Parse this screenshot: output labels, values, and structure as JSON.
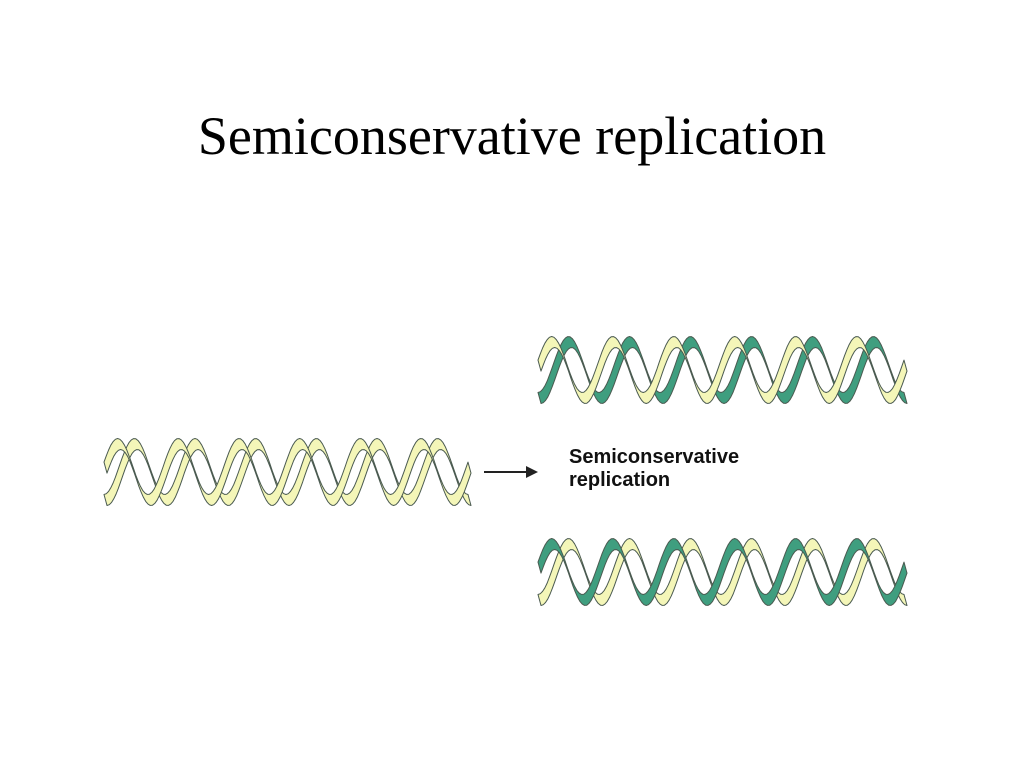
{
  "slide": {
    "title": "Semiconservative replication"
  },
  "diagram": {
    "label_line1": "Semiconservative",
    "label_line2": "replication",
    "colors": {
      "old_strand": "#f4f6b8",
      "new_strand": "#3f9e7f",
      "outline": "#4a5a50"
    },
    "helices": [
      {
        "id": "parent",
        "strands": [
          "old",
          "old"
        ]
      },
      {
        "id": "daughter-top",
        "strands": [
          "new",
          "old"
        ]
      },
      {
        "id": "daughter-bottom",
        "strands": [
          "old",
          "new"
        ]
      }
    ]
  }
}
